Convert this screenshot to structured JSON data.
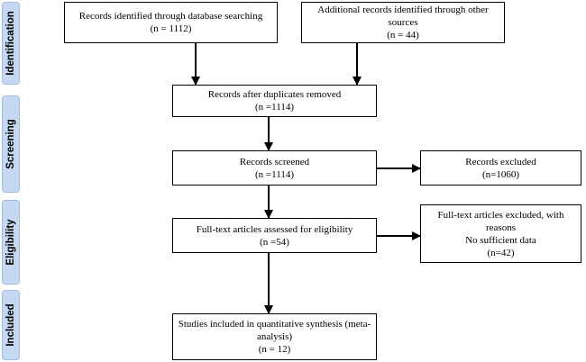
{
  "phases": {
    "identification": "Identification",
    "screening": "Screening",
    "eligibility": "Eligibility",
    "included": "Included"
  },
  "boxes": {
    "database_records": {
      "text": "Records identified through database searching",
      "count": "(n = 1112)"
    },
    "other_sources": {
      "text": "Additional records identified through other sources",
      "count": "(n = 44)"
    },
    "duplicates_removed": {
      "text": "Records after duplicates removed",
      "count": "(n =1114)"
    },
    "screened": {
      "text": "Records screened",
      "count": "(n =1114)"
    },
    "excluded": {
      "text": "Records excluded",
      "count": "(n=1060)"
    },
    "fulltext_assessed": {
      "text": "Full-text articles assessed for eligibility",
      "count": "(n =54)"
    },
    "fulltext_excluded": {
      "text": "Full-text articles excluded, with reasons",
      "reason": "No sufficient data",
      "count": "(n=42)"
    },
    "included_studies": {
      "text": "Studies included in quantitative synthesis (meta-analysis)",
      "count": "(n = 12)"
    }
  }
}
